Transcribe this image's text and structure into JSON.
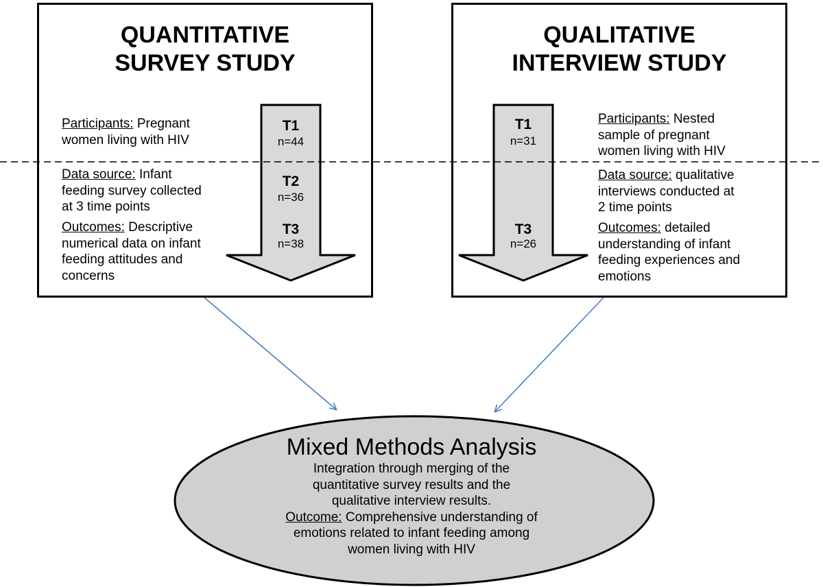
{
  "left_box": {
    "title_lines": [
      "QUANTITATIVE",
      "SURVEY STUDY"
    ],
    "participants_label": "Participants:",
    "participants_lines": [
      " Pregnant",
      "women living with HIV"
    ],
    "data_source_label": "Data source:",
    "data_source_lines": [
      " Infant",
      "feeding survey collected",
      "at 3 time points"
    ],
    "outcomes_label": "Outcomes:",
    "outcomes_lines": [
      " Descriptive",
      "numerical data on infant",
      "feeding attitudes and",
      "concerns"
    ],
    "timepoints": [
      {
        "label": "T1",
        "n": "n=44"
      },
      {
        "label": "T2",
        "n": "n=36"
      },
      {
        "label": "T3",
        "n": "n=38"
      }
    ]
  },
  "right_box": {
    "title_lines": [
      "QUALITATIVE",
      "INTERVIEW STUDY"
    ],
    "participants_label": "Participants:",
    "participants_lines": [
      " Nested",
      "sample of pregnant",
      "women living with HIV"
    ],
    "data_source_label": "Data source:",
    "data_source_lines": [
      " qualitative",
      "interviews conducted at",
      "2 time points"
    ],
    "outcomes_label": "Outcomes:",
    "outcomes_lines": [
      " detailed",
      "understanding of infant",
      "feeding experiences and",
      "emotions"
    ],
    "timepoints": [
      {
        "label": "T1",
        "n": "n=31"
      },
      {
        "label": "T3",
        "n": "n=26"
      }
    ]
  },
  "analysis": {
    "title": "Mixed Methods Analysis",
    "lines": [
      "Integration through merging of the",
      "quantitative survey results and the",
      "qualitative interview results."
    ],
    "outcome_label": "Outcome:",
    "outcome_lines": [
      " Comprehensive understanding of",
      "emotions related to infant feeding among",
      "women living with HIV"
    ]
  },
  "colors": {
    "border": "#000000",
    "arrow_fill": "#d9d9d9",
    "ellipse_fill": "#d0d0d0",
    "connector": "#4a7ebb"
  }
}
